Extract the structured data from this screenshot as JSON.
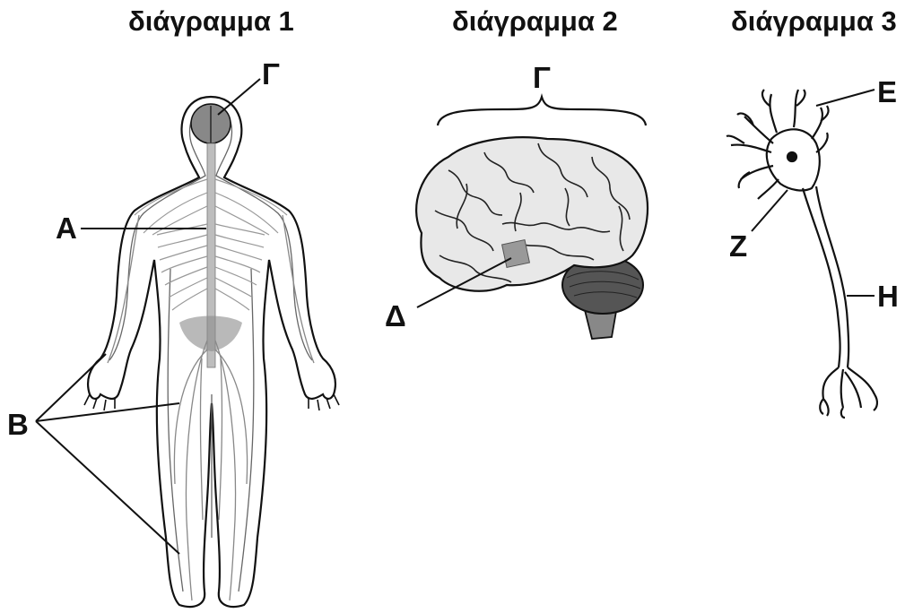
{
  "titles": {
    "d1": "διάγραμμα 1",
    "d2": "διάγραμμα 2",
    "d3": "διάγραμμα 3"
  },
  "labels": {
    "A": "A",
    "B": "B",
    "G1": "Γ",
    "G2": "Γ",
    "D": "Δ",
    "E": "E",
    "Z": "Z",
    "H": "H"
  }
}
